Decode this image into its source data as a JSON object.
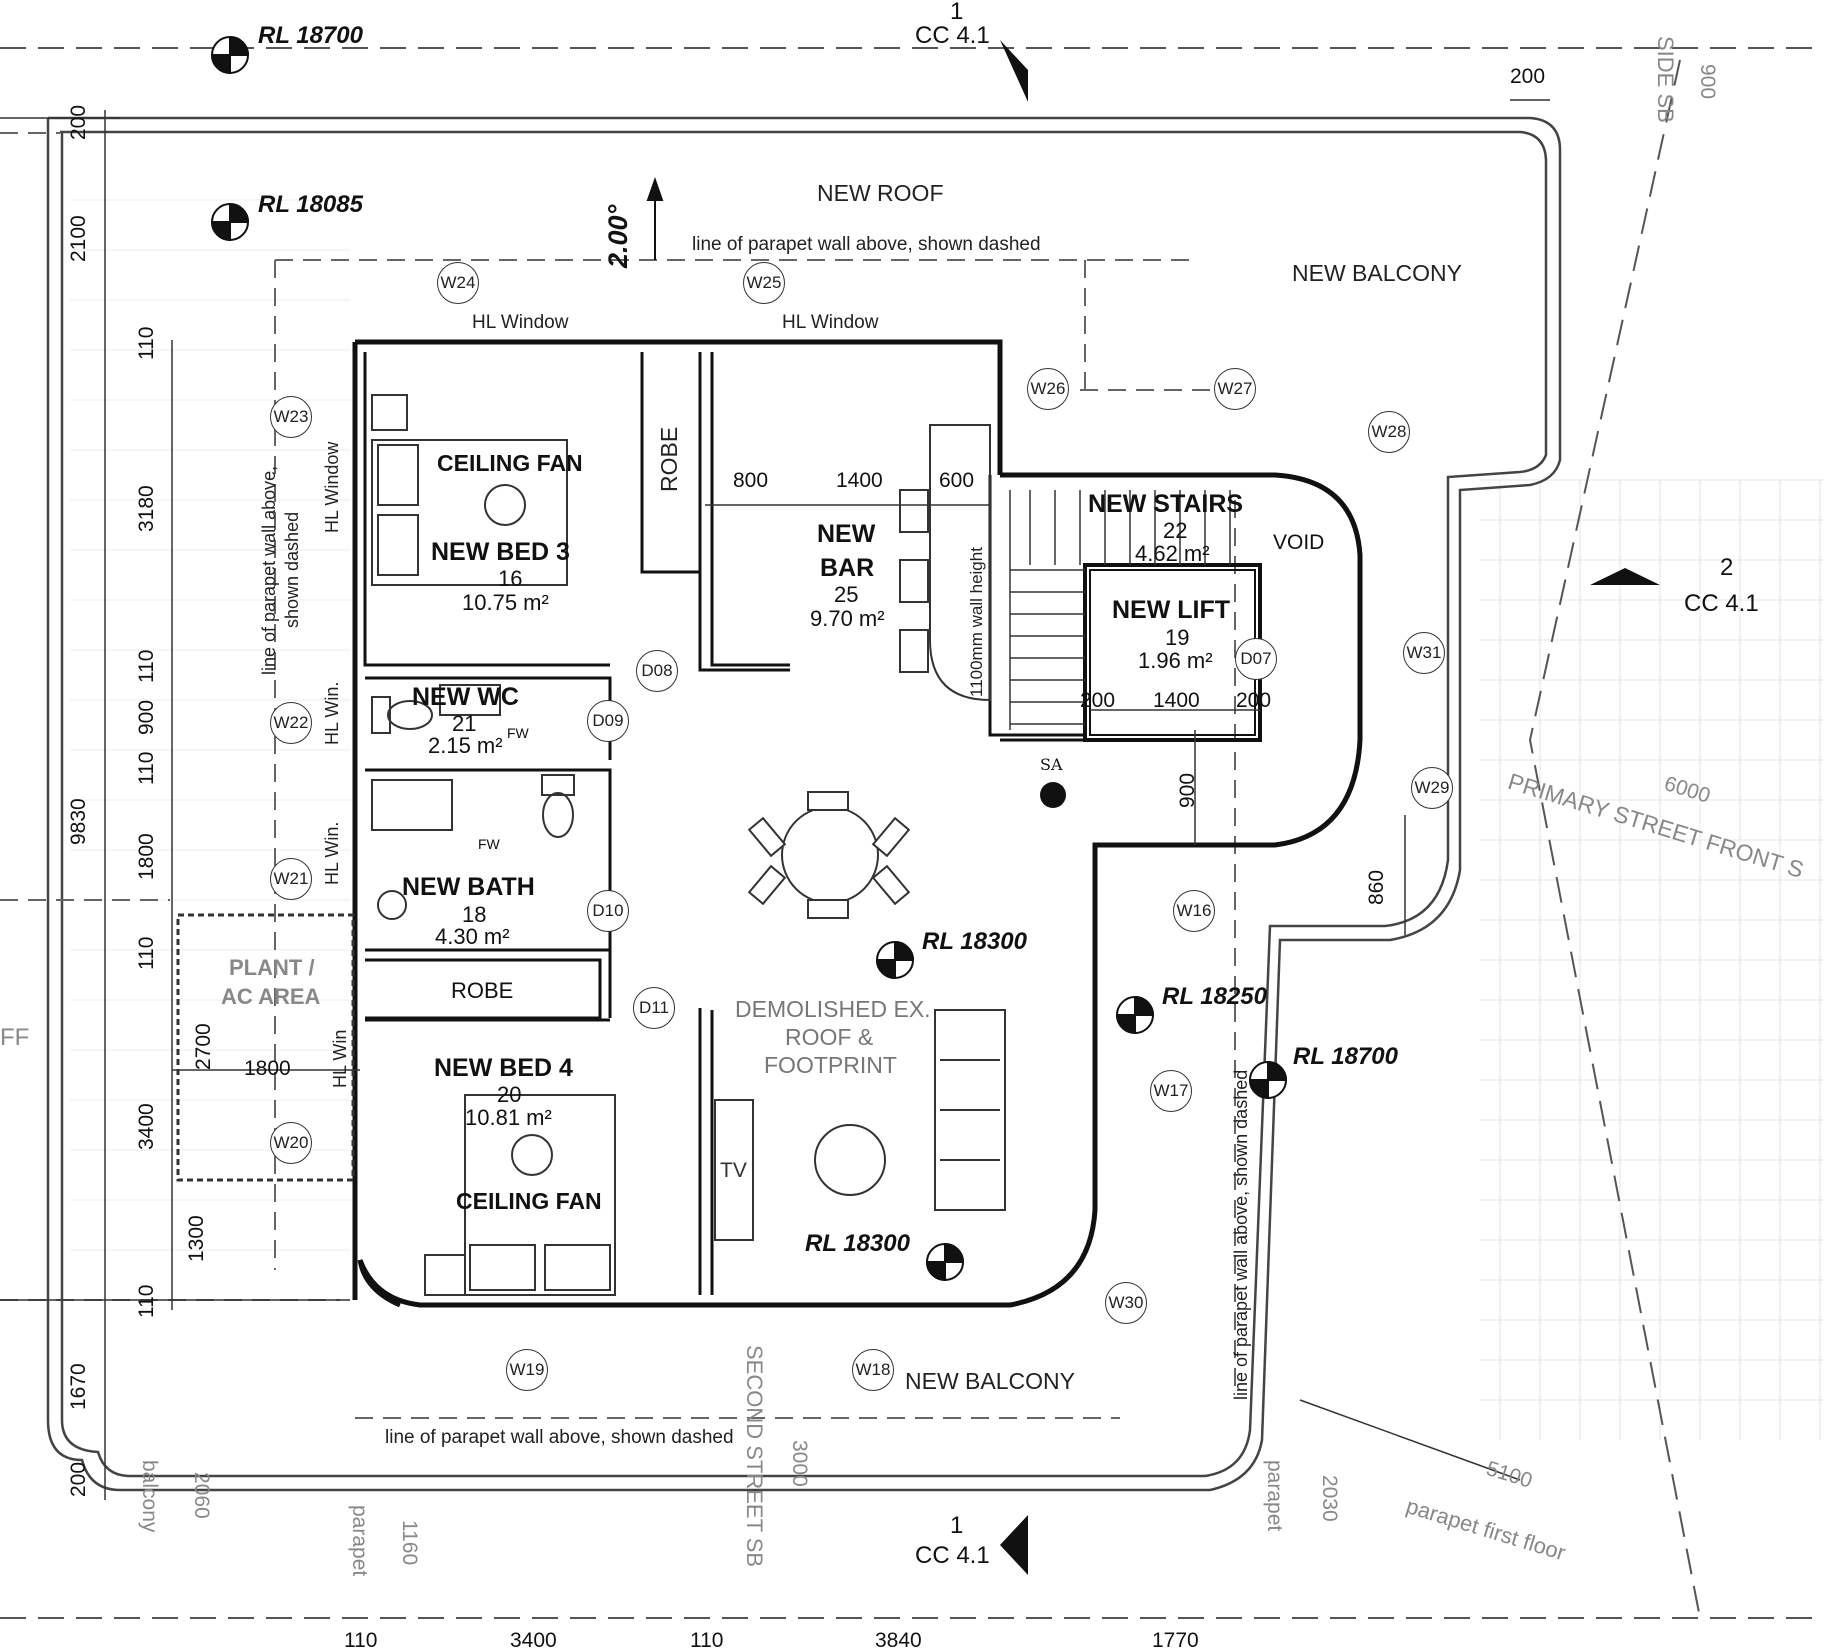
{
  "rooms": {
    "new_roof": "NEW ROOF",
    "new_balcony_top": "NEW BALCONY",
    "new_balcony_bottom": "NEW BALCONY",
    "bed3": {
      "name": "NEW BED 3",
      "number": "16",
      "area": "10.75 m²",
      "fan": "CEILING FAN"
    },
    "robe_top": "ROBE",
    "bar": {
      "name1": "NEW",
      "name2": "BAR",
      "number": "25",
      "area": "9.70 m²"
    },
    "stairs": {
      "name": "NEW STAIRS",
      "number": "22",
      "area": "4.62 m²"
    },
    "void": "VOID",
    "lift": {
      "name": "NEW LIFT",
      "number": "19",
      "area": "1.96 m²"
    },
    "wc": {
      "name": "NEW WC",
      "number": "21",
      "area": "2.15 m²"
    },
    "bath": {
      "name": "NEW BATH",
      "number": "18",
      "area": "4.30 m²"
    },
    "plant": {
      "line1": "PLANT /",
      "line2": "AC AREA"
    },
    "robe_bottom": "ROBE",
    "bed4": {
      "name": "NEW BED 4",
      "number": "20",
      "area": "10.81 m²",
      "fan": "CEILING FAN"
    },
    "demolished": {
      "line1": "DEMOLISHED EX.",
      "line2": "ROOF &",
      "line3": "FOOTPRINT"
    },
    "tv": "TV",
    "sa": "SA"
  },
  "notes": {
    "parapet_top": "line of parapet wall above, shown dashed",
    "parapet_left": "line of parapet wall above,",
    "parapet_left2": "shown dashed",
    "parapet_bottom": "line of parapet wall above, shown dashed",
    "parapet_right": "line of parapet wall above, shown dashed",
    "hl_window_1": "HL Window",
    "hl_window_2": "HL Window",
    "hl_window_left": "HL Window",
    "hl_win_1": "HL Win.",
    "hl_win_2": "HL Win.",
    "hl_win_3": "HL Win",
    "wall_height": "1100mm wall height",
    "fw1": "FW",
    "fw2": "FW",
    "fall": "2.00°",
    "side_sb": "SIDE SB",
    "primary_front": "PRIMARY STREET FRONT S",
    "second_street": "SECOND STREET SB",
    "balcony_lbl": "balcony",
    "parapet_lbl1": "parapet",
    "parapet_lbl2": "parapet",
    "parapet_first_floor": "parapet first floor",
    "ff_edge": "FF"
  },
  "levels": {
    "rl1": "RL 18700",
    "rl2": "RL 18085",
    "rl3": "RL 18300",
    "rl4": "RL 18250",
    "rl5": "RL 18700",
    "rl6": "RL 18300"
  },
  "sections": {
    "top_num": "1",
    "top_ref": "CC 4.1",
    "right_num": "2",
    "right_ref": "CC 4.1",
    "bottom_num": "1",
    "bottom_ref": "CC 4.1"
  },
  "tags": {
    "w24": "W24",
    "w25": "W25",
    "w26": "W26",
    "w27": "W27",
    "w28": "W28",
    "w23": "W23",
    "w22": "W22",
    "w21": "W21",
    "w20": "W20",
    "w19": "W19",
    "w18": "W18",
    "w17": "W17",
    "w16": "W16",
    "w29": "W29",
    "w30": "W30",
    "w31": "W31",
    "d07": "D07",
    "d08": "D08",
    "d09": "D09",
    "d10": "D10",
    "d11": "D11"
  },
  "dims": {
    "d200_top": "200",
    "d2100": "2100",
    "d110_a": "110",
    "d3180": "3180",
    "d110_b": "110",
    "d900": "900",
    "d110_c": "110",
    "d9830": "9830",
    "d1800_v": "1800",
    "d110_d": "110",
    "d2700": "2700",
    "d3400_v": "3400",
    "d1300": "1300",
    "d110_e": "110",
    "d1670": "1670",
    "d200_bot": "200",
    "d2060": "2060",
    "d1160": "1160",
    "d3000": "3000",
    "d2030": "2030",
    "d800": "800",
    "d1400_bar": "1400",
    "d600": "600",
    "d200_l": "200",
    "d1400_lift": "1400",
    "d200_r": "200",
    "d900_lift": "900",
    "d860": "860",
    "d1800_h": "1800",
    "d200_tr": "200",
    "d900_tr": "900",
    "d6000": "6000",
    "d5100": "5100",
    "b110_a": "110",
    "b3400": "3400",
    "b110_b": "110",
    "b3840": "3840",
    "b1770": "1770"
  }
}
